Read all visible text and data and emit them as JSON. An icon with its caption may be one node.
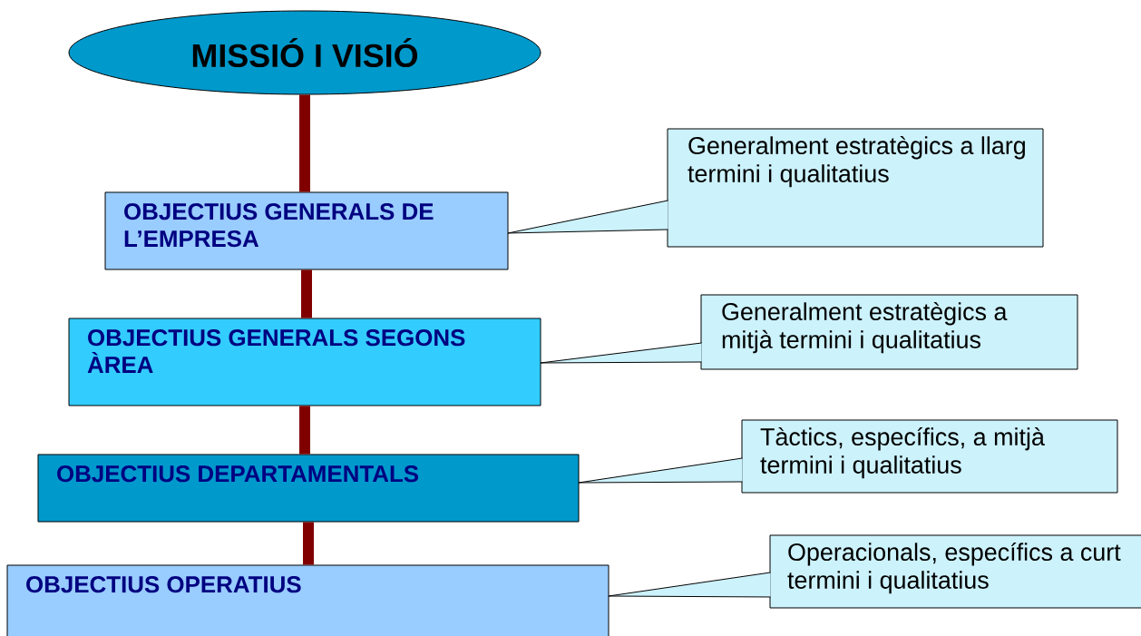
{
  "diagram": {
    "nodes": [
      {
        "text": [
          "MISSIÓ I VISIÓ"
        ]
      },
      {
        "text": [
          "OBJECTIUS GENERALS DE L’EMPRESA"
        ]
      },
      {
        "text": [
          "OBJECTIUS GENERALS SEGONS ÀREA"
        ]
      },
      {
        "text": [
          "OBJECTIUS DEPARTAMENTALS"
        ]
      },
      {
        "text": [
          "OBJECTIUS OPERATIUS"
        ]
      },
      {
        "text": [
          "Generalment estratègics a llarg termini i qualitatius"
        ]
      },
      {
        "text": [
          "Generalment estratègics a mitjà termini i qualitatius"
        ]
      },
      {
        "text": [
          "Tàctics, específics, a mitjà termini i qualitatius"
        ]
      },
      {
        "text": [
          "Operacionals, específics a curt termini i qualitatius"
        ]
      }
    ],
    "edges": [
      {
        "from": 0,
        "to": 1,
        "arrow": "none"
      },
      {
        "from": 1,
        "to": 2,
        "arrow": "none"
      },
      {
        "from": 2,
        "to": 3,
        "arrow": "none"
      },
      {
        "from": 3,
        "to": 4,
        "arrow": "none"
      }
    ]
  }
}
